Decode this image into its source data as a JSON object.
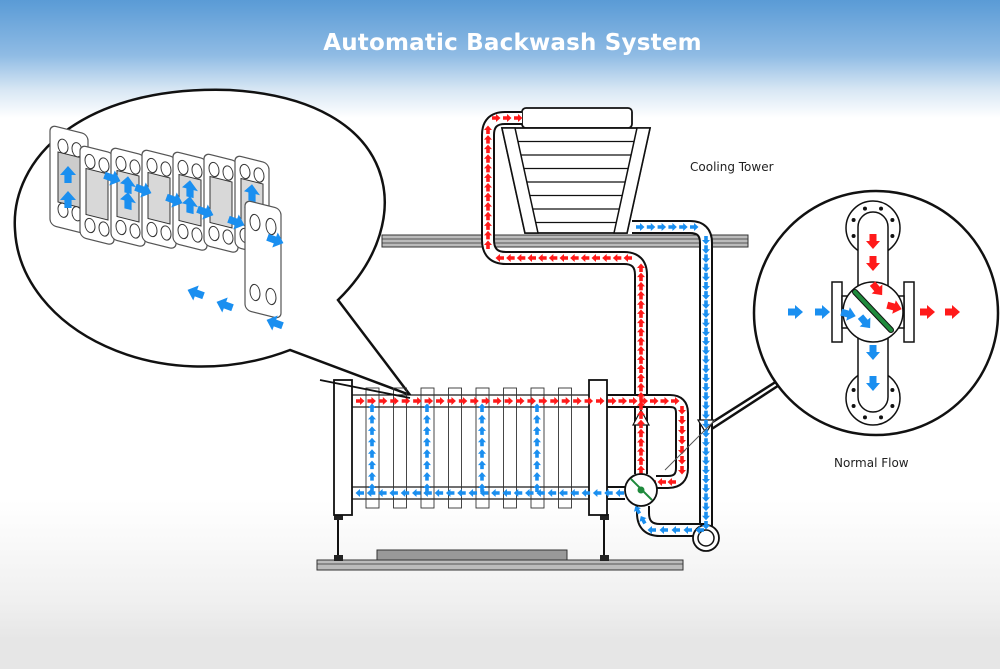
{
  "title": "Automatic Backwash System",
  "labels": {
    "cooling_tower": "Cooling Tower",
    "normal_flow": "Normal Flow"
  },
  "colors": {
    "hot_flow": "#ff1a1a",
    "cold_flow": "#1a8ff0",
    "valve_disc": "#1f8a3c",
    "header_top": "#5a9bd6",
    "outline": "#111111"
  },
  "components": {
    "plate_heat_exchanger_detail": "exploded plate stack callout",
    "cooling_tower": "cooling tower",
    "heat_exchanger": "plate heat exchanger",
    "backwash_valve": "backwash valve",
    "valve_detail": "valve normal flow callout"
  }
}
